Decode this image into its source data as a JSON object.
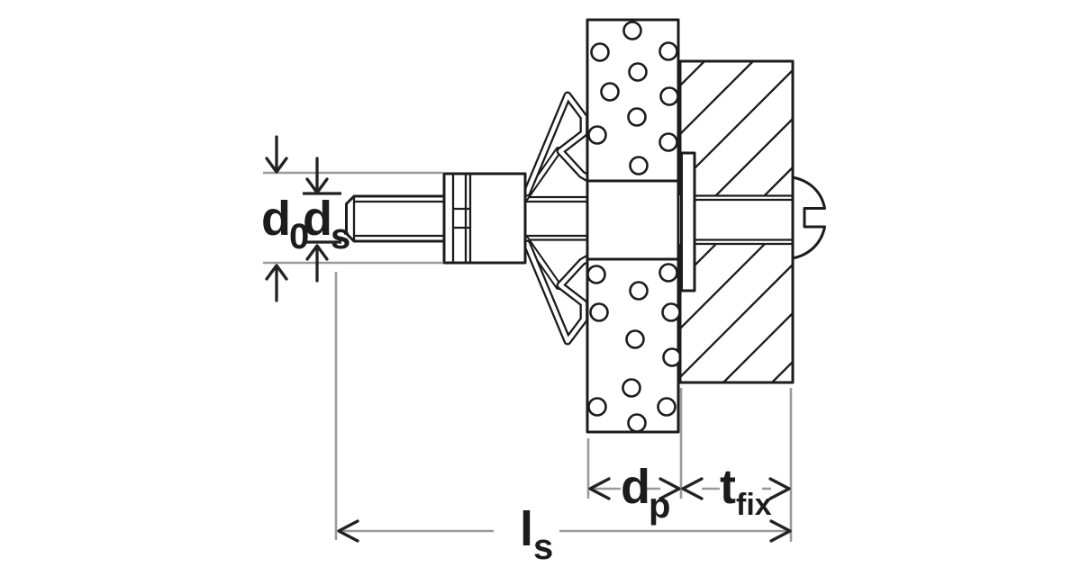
{
  "figure": {
    "labels": {
      "d0": {
        "main": "d",
        "sub": "0"
      },
      "ds": {
        "main": "d",
        "sub": "s"
      },
      "dp": {
        "main": "d",
        "sub": "p"
      },
      "tfix": {
        "main": "t",
        "sub": "fix"
      },
      "ls": {
        "main": "l",
        "sub": "s"
      }
    },
    "colors": {
      "background": "#ffffff",
      "outline": "#1c1c1c",
      "dimension_line": "#9a9a9a",
      "arrow": "#222222"
    }
  }
}
